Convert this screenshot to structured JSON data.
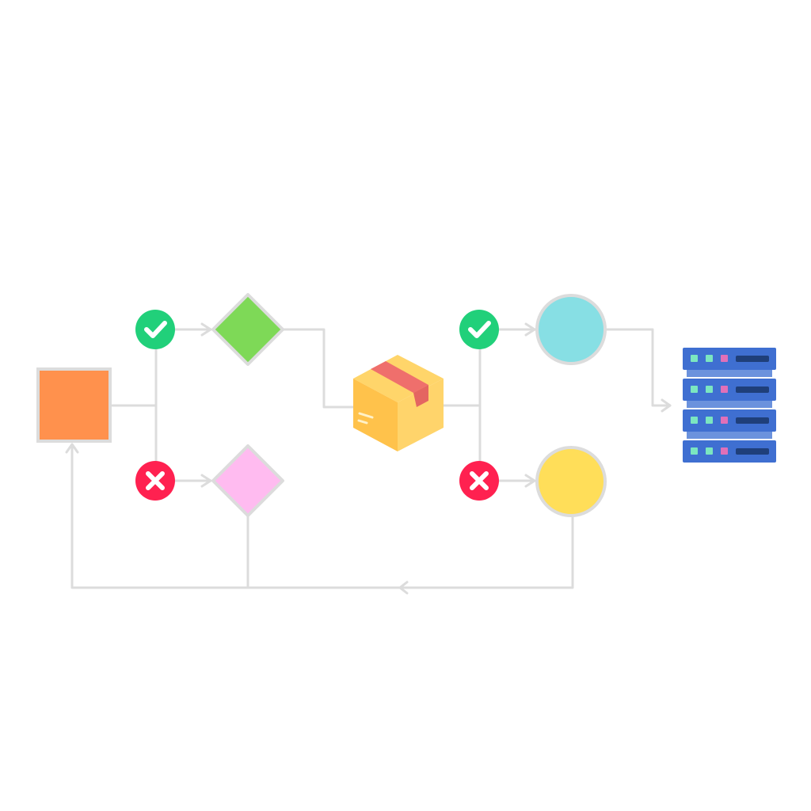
{
  "diagram": {
    "kind": "flowchart",
    "colors": {
      "background": "#ffffff",
      "connector": "#dcdcdc",
      "start_square": "#ff914d",
      "approved_diamond": "#7ed957",
      "rejected_diamond": "#ffbbf0",
      "approved_circle": "#87dfe4",
      "rejected_circle": "#ffde59",
      "check_badge": "#21d07a",
      "cross_badge": "#ff2150",
      "box_body": "#ffc850",
      "box_tape": "#ef6f6c",
      "server": "#3f6fd1",
      "server_dark": "#1f3f7a",
      "server_mid": "#6b92dd",
      "server_led_green": "#7be6c0",
      "server_led_pink": "#e070b8"
    },
    "nodes": [
      {
        "id": "start",
        "shape": "square",
        "icon": "square-icon"
      },
      {
        "id": "check-1",
        "shape": "badge",
        "icon": "check-icon"
      },
      {
        "id": "cross-1",
        "shape": "badge",
        "icon": "cross-icon"
      },
      {
        "id": "diamond-approved",
        "shape": "diamond",
        "icon": "diamond-icon"
      },
      {
        "id": "diamond-rejected",
        "shape": "diamond",
        "icon": "diamond-icon"
      },
      {
        "id": "package",
        "shape": "illustration",
        "icon": "package-icon"
      },
      {
        "id": "check-2",
        "shape": "badge",
        "icon": "check-icon"
      },
      {
        "id": "cross-2",
        "shape": "badge",
        "icon": "cross-icon"
      },
      {
        "id": "circle-approved",
        "shape": "circle",
        "icon": "circle-icon"
      },
      {
        "id": "circle-rejected",
        "shape": "circle",
        "icon": "circle-icon"
      },
      {
        "id": "server",
        "shape": "illustration",
        "icon": "server-icon"
      }
    ],
    "edges": [
      {
        "from": "start",
        "to": "check-1"
      },
      {
        "from": "start",
        "to": "cross-1"
      },
      {
        "from": "check-1",
        "to": "diamond-approved"
      },
      {
        "from": "cross-1",
        "to": "diamond-rejected"
      },
      {
        "from": "diamond-approved",
        "to": "package"
      },
      {
        "from": "package",
        "to": "check-2"
      },
      {
        "from": "package",
        "to": "cross-2"
      },
      {
        "from": "check-2",
        "to": "circle-approved"
      },
      {
        "from": "cross-2",
        "to": "circle-rejected"
      },
      {
        "from": "circle-approved",
        "to": "server"
      },
      {
        "from": "circle-rejected",
        "to": "start"
      },
      {
        "from": "diamond-rejected",
        "to": "start"
      }
    ]
  }
}
